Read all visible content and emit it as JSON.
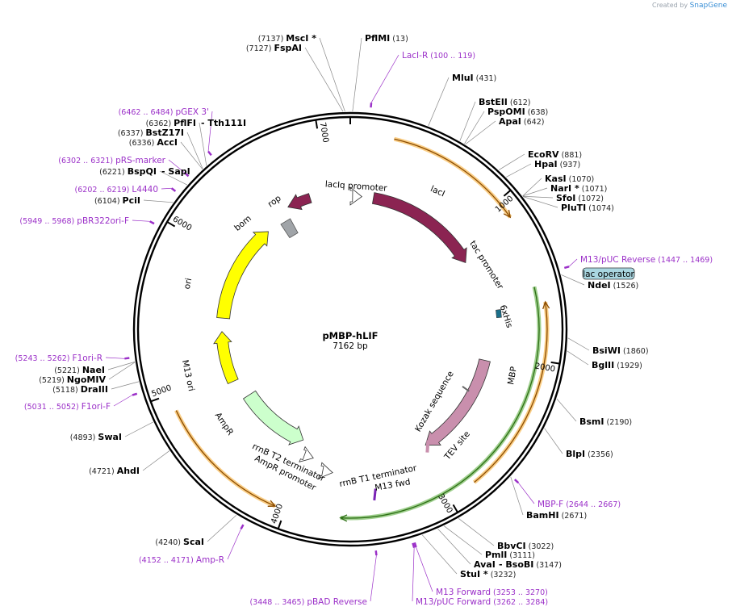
{
  "credit": {
    "prefix": "Created by",
    "brand": "SnapGene"
  },
  "plasmid": {
    "name": "pMBP-hLIF",
    "length": "7162 bp"
  },
  "ticks": [
    "7000",
    "1000",
    "2000",
    "3000",
    "4000",
    "5000",
    "6000"
  ],
  "enzymes": [
    {
      "name": "MscI *",
      "pos": "(7137)"
    },
    {
      "name": "FspAI",
      "pos": "(7127)"
    },
    {
      "name": "PflMI",
      "pos": "(13)"
    },
    {
      "name": "MluI",
      "pos": "(431)"
    },
    {
      "name": "BstEII",
      "pos": "(612)"
    },
    {
      "name": "PspOMI",
      "pos": "(638)"
    },
    {
      "name": "ApaI",
      "pos": "(642)"
    },
    {
      "name": "EcoRV",
      "pos": "(881)"
    },
    {
      "name": "HpaI",
      "pos": "(937)"
    },
    {
      "name": "KasI",
      "pos": "(1070)"
    },
    {
      "name": "NarI *",
      "pos": "(1071)"
    },
    {
      "name": "SfoI",
      "pos": "(1072)"
    },
    {
      "name": "PluTI",
      "pos": "(1074)"
    },
    {
      "name": "NdeI",
      "pos": "(1526)"
    },
    {
      "name": "BsiWI",
      "pos": "(1860)"
    },
    {
      "name": "BglII",
      "pos": "(1929)"
    },
    {
      "name": "BsmI",
      "pos": "(2190)"
    },
    {
      "name": "BlpI",
      "pos": "(2356)"
    },
    {
      "name": "BamHI",
      "pos": "(2671)"
    },
    {
      "name": "BbvCI",
      "pos": "(3022)"
    },
    {
      "name": "PmlI",
      "pos": "(3111)"
    },
    {
      "name": "AvaI",
      "pos": ""
    },
    {
      "name": "- BsoBI",
      "pos": "(3147)"
    },
    {
      "name": "StuI *",
      "pos": "(3232)"
    },
    {
      "name": "ScaI",
      "pos": "(4240)"
    },
    {
      "name": "AhdI",
      "pos": "(4721)"
    },
    {
      "name": "SwaI",
      "pos": "(4893)"
    },
    {
      "name": "DraIII",
      "pos": "(5118)"
    },
    {
      "name": "NgoMIV",
      "pos": "(5219)"
    },
    {
      "name": "NaeI",
      "pos": "(5221)"
    },
    {
      "name": "PciI",
      "pos": "(6104)"
    },
    {
      "name": "BspQI",
      "pos": "(6221)"
    },
    {
      "name": "- SapI",
      "pos": ""
    },
    {
      "name": "AccI",
      "pos": "(6336)"
    },
    {
      "name": "BstZ17I",
      "pos": "(6337)"
    },
    {
      "name": "PflFI",
      "pos": "(6362)"
    },
    {
      "name": "- Tth111I",
      "pos": ""
    }
  ],
  "primers": [
    {
      "name": "LacI-R",
      "pos": "(100 .. 119)"
    },
    {
      "name": "M13/pUC Reverse",
      "pos": "(1447 .. 1469)"
    },
    {
      "name": "MBP-F",
      "pos": "(2644 .. 2667)"
    },
    {
      "name": "M13 Forward",
      "pos": "(3253 .. 3270)"
    },
    {
      "name": "M13/pUC Forward",
      "pos": "(3262 .. 3284)"
    },
    {
      "name": "pBAD Reverse",
      "pos": "(3448 .. 3465)"
    },
    {
      "name": "Amp-R",
      "pos": "(4152 .. 4171)"
    },
    {
      "name": "F1ori-F",
      "pos": "(5031 .. 5052)"
    },
    {
      "name": "F1ori-R",
      "pos": "(5243 .. 5262)"
    },
    {
      "name": "pBR322ori-F",
      "pos": "(5949 .. 5968)"
    },
    {
      "name": "L4440",
      "pos": "(6202 .. 6219)"
    },
    {
      "name": "pRS-marker",
      "pos": "(6302 .. 6321)"
    },
    {
      "name": "pGEX 3'",
      "pos": "(6462 .. 6484)"
    }
  ],
  "features": [
    {
      "name": "lacI"
    },
    {
      "name": "lacIq promoter"
    },
    {
      "name": "tac promoter"
    },
    {
      "name": "lac operator"
    },
    {
      "name": "6xHis"
    },
    {
      "name": "MBP"
    },
    {
      "name": "Kozak sequence"
    },
    {
      "name": "TEV site"
    },
    {
      "name": "rrnB T1 terminator"
    },
    {
      "name": "M13 fwd"
    },
    {
      "name": "rrnB T2 terminator"
    },
    {
      "name": "AmpR promoter"
    },
    {
      "name": "AmpR"
    },
    {
      "name": "M13 ori"
    },
    {
      "name": "ori"
    },
    {
      "name": "bom"
    },
    {
      "name": "rop"
    }
  ],
  "colors": {
    "lacI": "#8b2452",
    "MBP": "#c98fad",
    "ori": "#ffff00",
    "AmpR": "#ccffcc",
    "rop": "#8b2452",
    "bom": "#a0a4a8",
    "primer": "#9b30c8",
    "orange_band": "#f5a623",
    "green_band": "#4fa82f"
  }
}
